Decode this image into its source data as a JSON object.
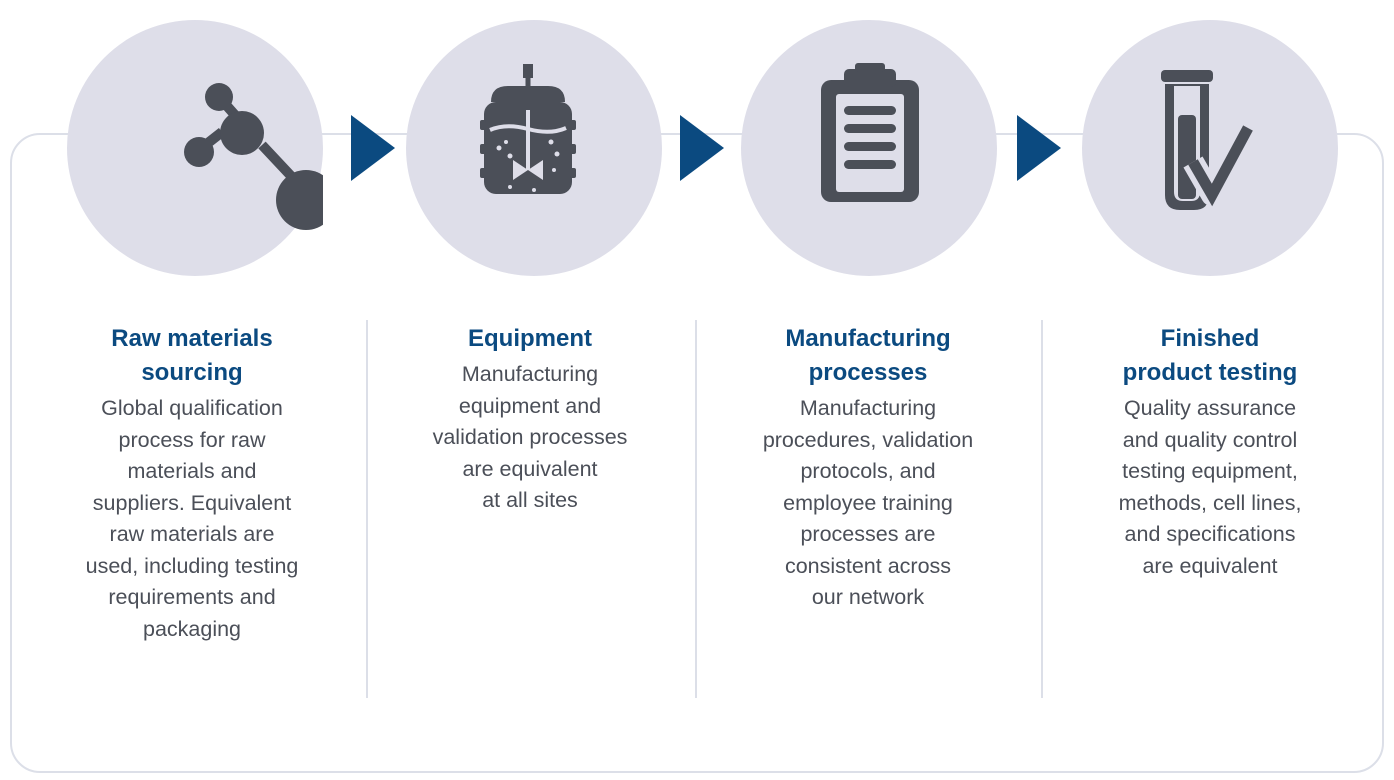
{
  "steps": [
    {
      "icon": "molecule-icon",
      "title_lines": [
        "Raw materials",
        "sourcing"
      ],
      "text_lines": [
        "Global qualification",
        "process for raw",
        "materials and",
        "suppliers. Equivalent",
        "raw materials are",
        "used, including testing",
        "requirements and",
        "packaging"
      ]
    },
    {
      "icon": "bioreactor-icon",
      "title_lines": [
        "Equipment"
      ],
      "text_lines": [
        "Manufacturing",
        "equipment and",
        "validation processes",
        "are equivalent",
        "at all sites"
      ]
    },
    {
      "icon": "clipboard-icon",
      "title_lines": [
        "Manufacturing",
        "processes"
      ],
      "text_lines": [
        "Manufacturing",
        "procedures, validation",
        "protocols, and",
        "employee training",
        "processes are",
        "consistent across",
        "our network"
      ]
    },
    {
      "icon": "vial-checkmark-icon",
      "title_lines": [
        "Finished",
        "product testing"
      ],
      "text_lines": [
        "Quality assurance",
        "and quality control",
        "testing equipment,",
        "methods, cell lines,",
        "and specifications",
        "are equivalent"
      ]
    }
  ],
  "colors": {
    "title": "#0b4a80",
    "arrow": "#0b4a80",
    "icon": "#4b4f58",
    "circle": "#dedee9",
    "body_text": "#4b4f58"
  }
}
